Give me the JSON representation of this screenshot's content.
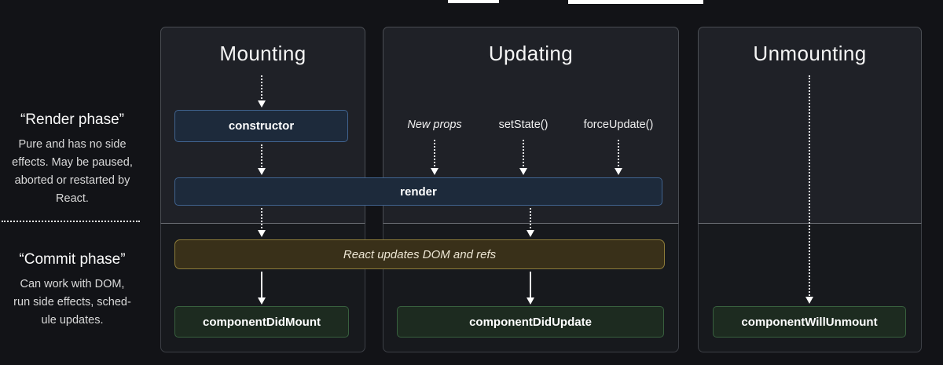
{
  "phases": {
    "render": {
      "title": "“Render phase”",
      "description": "Pure and has no side\neffects. May be paused,\naborted or restarted by\nReact."
    },
    "commit": {
      "title": "“Commit phase”",
      "description": "Can work with DOM,\nrun side effects, sched-\nule updates."
    }
  },
  "columns": [
    {
      "title": "Mounting"
    },
    {
      "title": "Updating"
    },
    {
      "title": "Unmounting"
    }
  ],
  "updating_triggers": [
    {
      "label": "New props"
    },
    {
      "label": "setState()"
    },
    {
      "label": "forceUpdate()"
    }
  ],
  "nodes": {
    "constructor": {
      "label": "constructor",
      "type": "render-phase-method"
    },
    "render": {
      "label": "render",
      "type": "render-phase-method"
    },
    "react_updates_dom": {
      "label": "React updates DOM and refs",
      "type": "react-internal"
    },
    "component_did_mount": {
      "label": "componentDidMount",
      "type": "commit-phase-method"
    },
    "component_did_update": {
      "label": "componentDidUpdate",
      "type": "commit-phase-method"
    },
    "component_will_unmount": {
      "label": "componentWillUnmount",
      "type": "commit-phase-method"
    }
  },
  "colors": {
    "page_bg": "#121317",
    "panel_top_bg": "#1f2127",
    "panel_bottom_bg": "#17191d",
    "panel_border": "#4a4d53",
    "phase_divider_line": "#6e7177",
    "blue_node_bg": "#1d2a3b",
    "blue_node_border": "#40638f",
    "gold_node_bg": "#393019",
    "gold_node_border": "#8d7c3a",
    "green_node_bg": "#1d2b20",
    "green_node_border": "#38603e",
    "text_primary": "#f5f5f5",
    "text_secondary": "#d9d9d9"
  }
}
